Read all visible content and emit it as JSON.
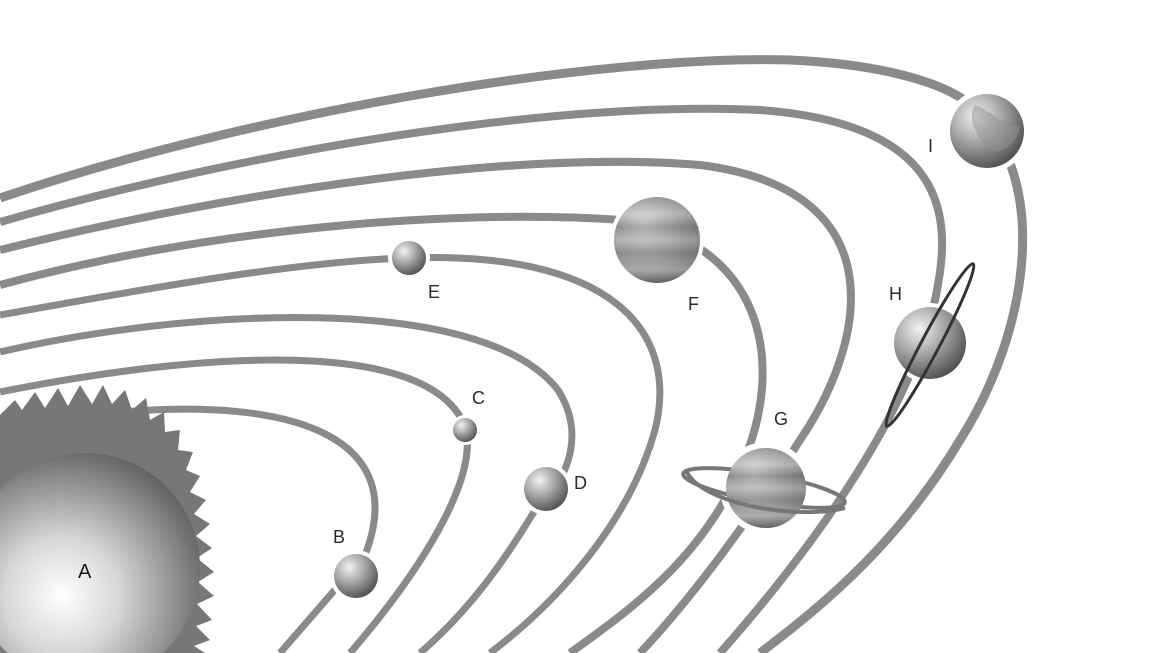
{
  "labels": {
    "sun": "A",
    "b": "B",
    "c": "C",
    "d": "D",
    "e": "E",
    "f": "F",
    "g": "G",
    "h": "H",
    "i": "I"
  },
  "colors": {
    "background": "#ffffff",
    "orbit": "#8a8a8a",
    "body_light": "#eeeeee",
    "body_dark": "#5a5a5a"
  }
}
